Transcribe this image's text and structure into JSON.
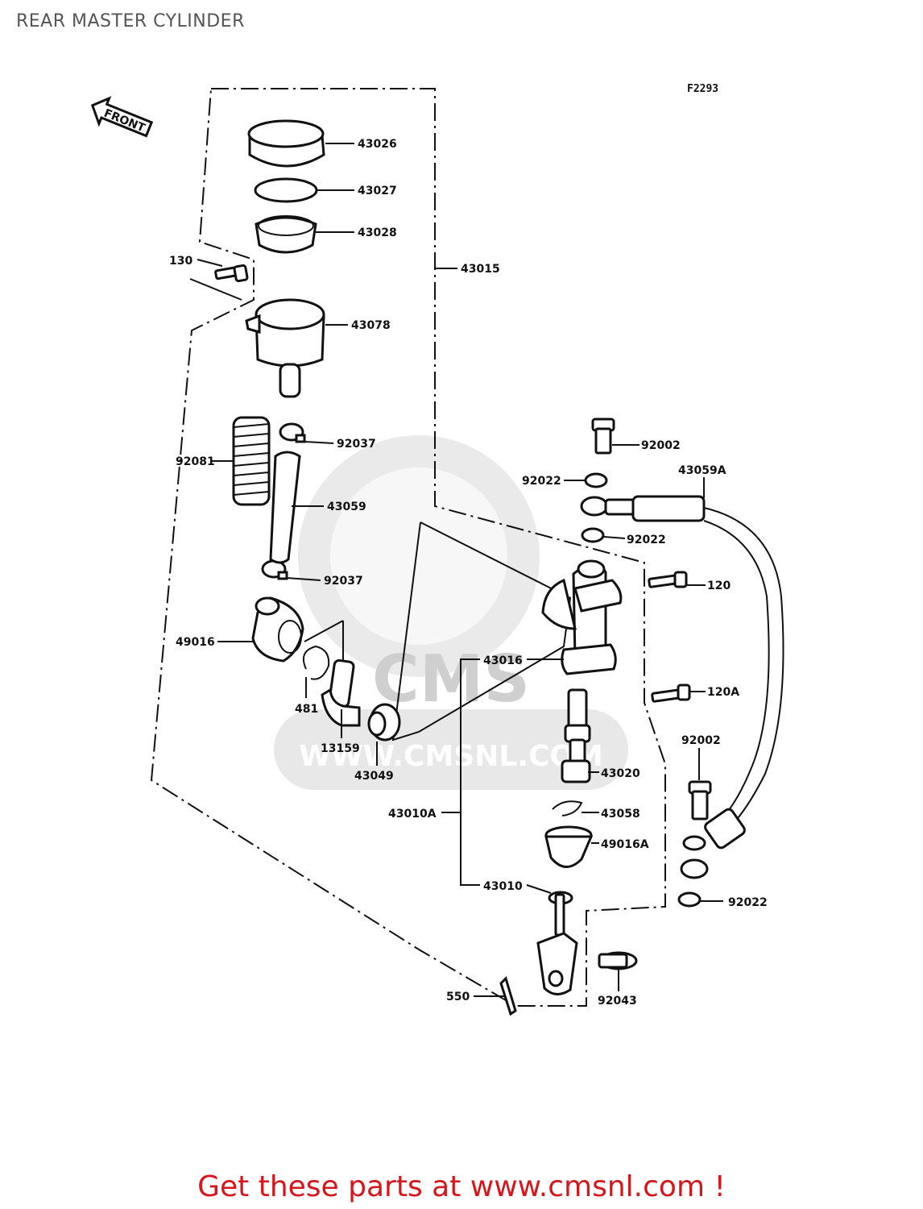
{
  "title": "REAR MASTER CYLINDER",
  "figure_code": "F2293",
  "front_arrow_label": "FRONT",
  "watermark": {
    "brand": "CMS",
    "url": "WWW.CMSNL.COM"
  },
  "footer": {
    "text": "Get these parts at www.cmsnl.com !",
    "color": "#d6161b"
  },
  "parts": [
    {
      "id": "43026"
    },
    {
      "id": "43027"
    },
    {
      "id": "43028"
    },
    {
      "id": "130"
    },
    {
      "id": "43015"
    },
    {
      "id": "43078"
    },
    {
      "id": "92081"
    },
    {
      "id": "92037"
    },
    {
      "id": "43059"
    },
    {
      "id": "92037b",
      "label": "92037"
    },
    {
      "id": "49016"
    },
    {
      "id": "481"
    },
    {
      "id": "13159"
    },
    {
      "id": "43049"
    },
    {
      "id": "92002"
    },
    {
      "id": "92022"
    },
    {
      "id": "43059A"
    },
    {
      "id": "92022b",
      "label": "92022"
    },
    {
      "id": "120"
    },
    {
      "id": "120A"
    },
    {
      "id": "43016"
    },
    {
      "id": "43020"
    },
    {
      "id": "43010A"
    },
    {
      "id": "43058"
    },
    {
      "id": "49016A"
    },
    {
      "id": "43010"
    },
    {
      "id": "550"
    },
    {
      "id": "92043"
    },
    {
      "id": "92002b",
      "label": "92002"
    },
    {
      "id": "92022c",
      "label": "92022"
    }
  ],
  "labels": {
    "p43026": "43026",
    "p43027": "43027",
    "p43028": "43028",
    "p130": "130",
    "p43015": "43015",
    "p43078": "43078",
    "p92081": "92081",
    "p92037": "92037",
    "p43059": "43059",
    "p92037b": "92037",
    "p49016": "49016",
    "p481": "481",
    "p13159": "13159",
    "p43049": "43049",
    "p92002": "92002",
    "p92022": "92022",
    "p43059A": "43059A",
    "p92022b": "92022",
    "p120": "120",
    "p120A": "120A",
    "p43016": "43016",
    "p43020": "43020",
    "p43010A": "43010A",
    "p43058": "43058",
    "p49016A": "49016A",
    "p43010": "43010",
    "p550": "550",
    "p92043": "92043",
    "p92002b": "92002",
    "p92022c": "92022"
  }
}
